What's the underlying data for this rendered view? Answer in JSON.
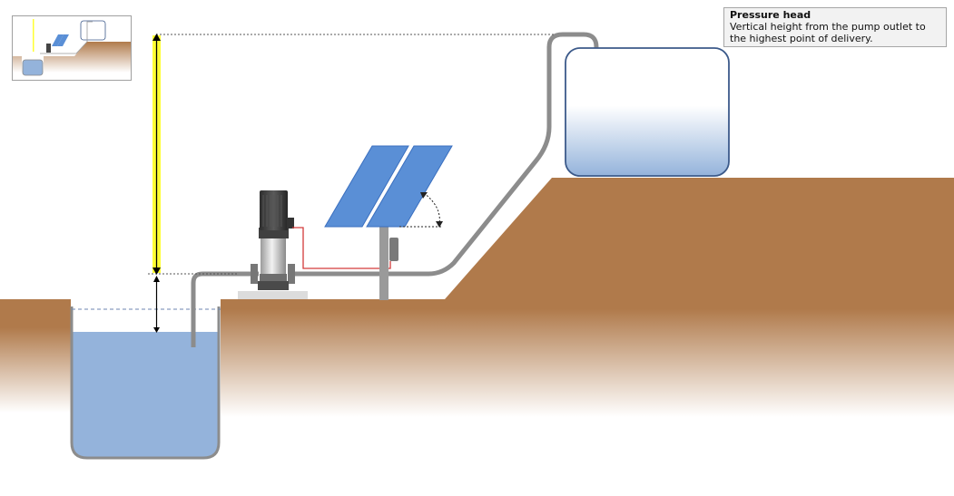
{
  "tooltip": {
    "title": "Pressure head",
    "body": "Vertical height from the pump outlet to the highest point of delivery."
  },
  "colors": {
    "ground": "#b07a4b",
    "water": "#94b3db",
    "pipe": "#8c8c8c",
    "panel": "#5a8fd6",
    "highlight": "#ffff33",
    "wire": "#d33a3a"
  },
  "icons": {
    "thumbnail": "overview-thumbnail",
    "pump": "pump-icon",
    "solar": "solar-panel-icon"
  }
}
